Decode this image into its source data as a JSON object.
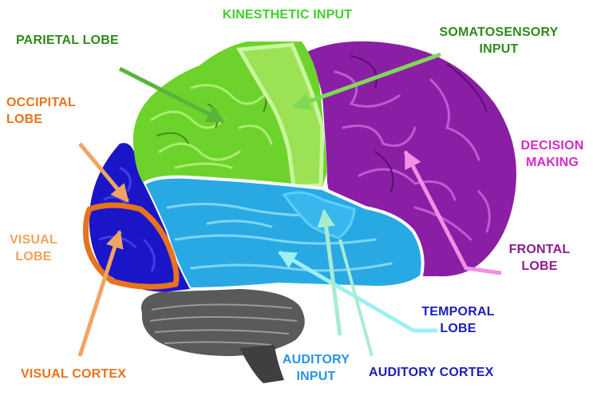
{
  "labels": {
    "kinesthetic_input": "KINESTHETIC INPUT",
    "parietal_lobe": "PARIETAL LOBE",
    "somatosensory_input": [
      "SOMATOSENSORY",
      "INPUT"
    ],
    "occipital_lobe": [
      "OCCIPITAL",
      "LOBE"
    ],
    "decision_making": [
      "DECISION",
      "MAKING"
    ],
    "visual_lobe": [
      "VISUAL",
      "LOBE"
    ],
    "frontal_lobe": [
      "FRONTAL",
      "LOBE"
    ],
    "temporal_lobe": [
      "TEMPORAL",
      "LOBE"
    ],
    "auditory_input": [
      "AUDITORY",
      "INPUT"
    ],
    "auditory_cortex": "AUDITORY CORTEX",
    "visual_cortex": "VISUAL CORTEX"
  },
  "colors": {
    "parietal_region": "#6ed22c",
    "frontal_region": "#8a1fa5",
    "temporal_region": "#29a9e4",
    "occipital_region": "#1a16c8",
    "cerebellum": "#5a5a5a",
    "kinesthetic_text": "#3fcf2a",
    "parietal_text": "#2e8a1a",
    "somatosensory_text": "#2e8a1a",
    "occipital_text": "#e8731c",
    "visual_lobe_text": "#f2a35a",
    "visual_cortex_text": "#e8731c",
    "decision_text": "#d62bc7",
    "frontal_text": "#8a1f8a",
    "temporal_text": "#1a1fb5",
    "auditory_input_text": "#2a93e0",
    "auditory_cortex_text": "#1a1fb5"
  }
}
